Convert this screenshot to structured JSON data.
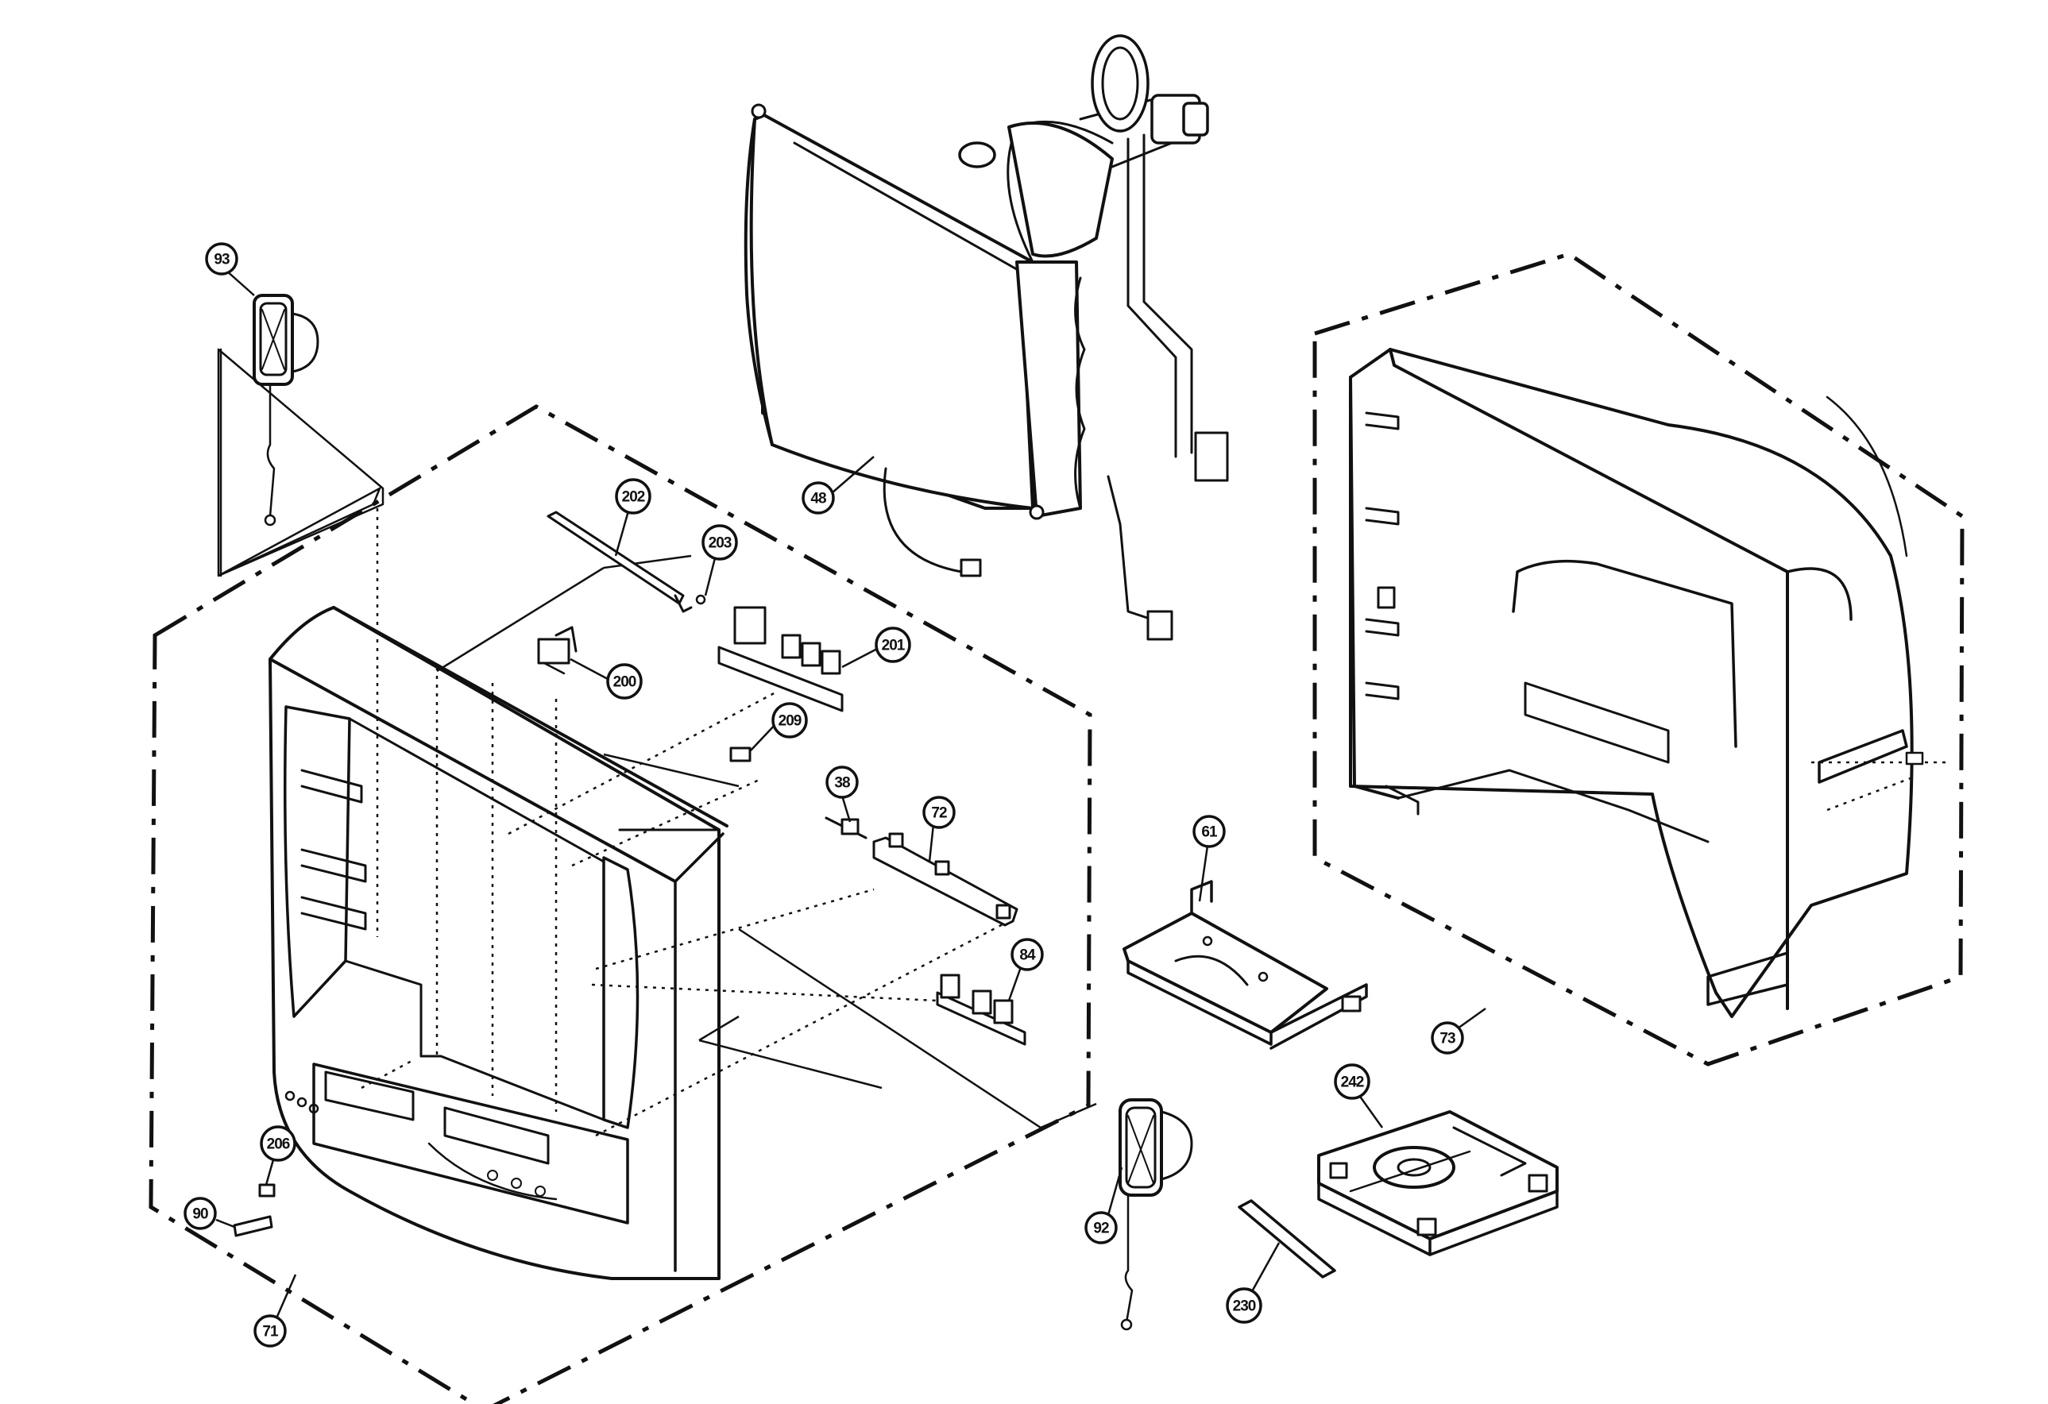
{
  "callouts": {
    "c93": "93",
    "c48": "48",
    "c202": "202",
    "c203": "203",
    "c200": "200",
    "c201": "201",
    "c209": "209",
    "c38": "38",
    "c72": "72",
    "c84": "84",
    "c61": "61",
    "c73": "73",
    "c242": "242",
    "c92": "92",
    "c206": "206",
    "c90": "90",
    "c230": "230",
    "c71": "71"
  }
}
